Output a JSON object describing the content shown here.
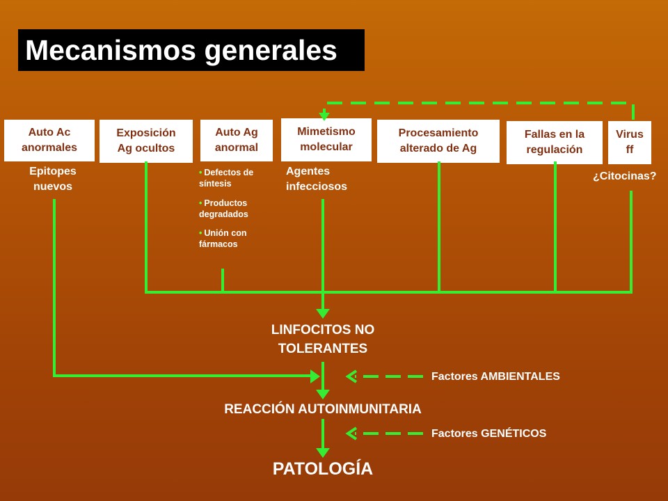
{
  "title": "Mecanismos generales",
  "boxes": [
    {
      "line1": "Auto Ac",
      "line2": "anormales"
    },
    {
      "line1": "Exposición",
      "line2": "Ag ocultos"
    },
    {
      "line1": "Auto Ag",
      "line2": "anormal"
    },
    {
      "line1": "Mimetismo",
      "line2": "molecular"
    },
    {
      "line1": "Procesamiento",
      "line2": "alterado de Ag"
    },
    {
      "line1": "Fallas en la",
      "line2": "regulación"
    },
    {
      "line1": "Virus",
      "line2": "ff"
    }
  ],
  "notes": {
    "epitopes_1": "Epitopes",
    "epitopes_2": "nuevos",
    "agentes_1": "Agentes",
    "agentes_2": "infecciosos",
    "citocinas": "¿Citocinas?"
  },
  "bullets": [
    "Defectos de síntesis",
    "Productos degradados",
    "Unión con fármacos"
  ],
  "flow": {
    "linfocitos_1": "LINFOCITOS NO",
    "linfocitos_2": "TOLERANTES",
    "reaccion": "REACCIÓN AUTOINMUNITARIA",
    "patologia": "PATOLOGÍA"
  },
  "factors": {
    "ambientales": "Factores AMBIENTALES",
    "geneticos": "Factores GENÉTICOS"
  },
  "colors": {
    "arrow": "#33ee33",
    "box_text": "#803010",
    "title_bg": "#000000"
  }
}
